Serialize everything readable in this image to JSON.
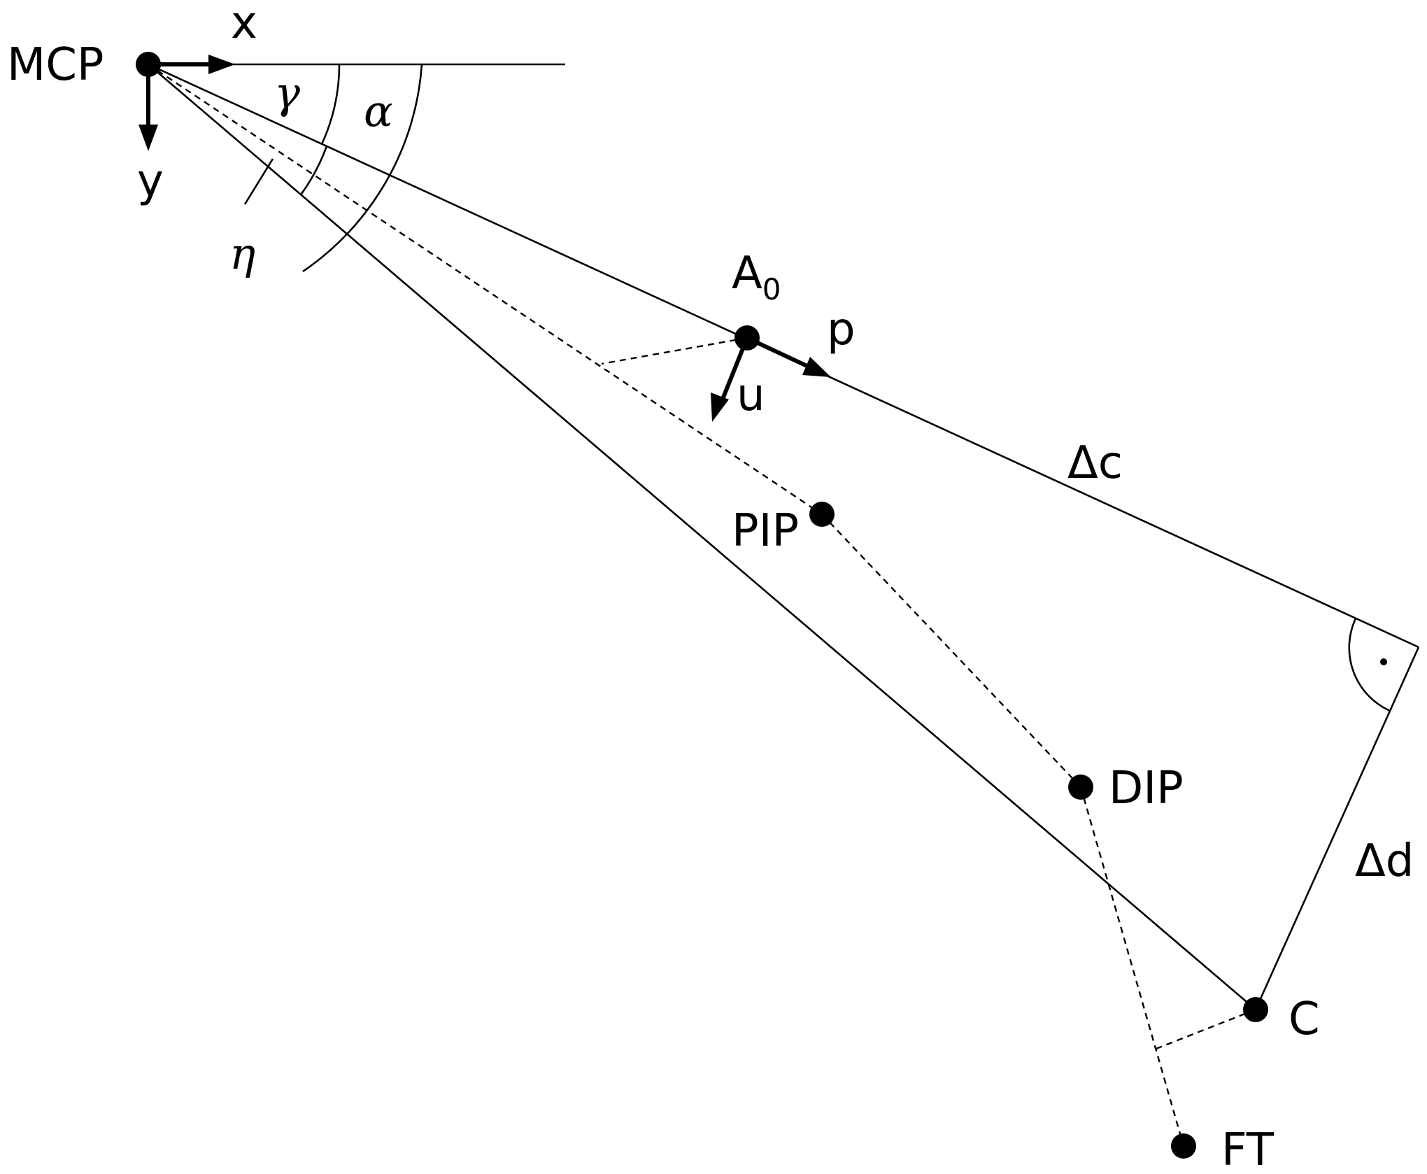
{
  "labels": {
    "mcp": "MCP",
    "x_axis": "x",
    "y_axis": "y",
    "gamma": "γ",
    "alpha": "α",
    "eta": "η",
    "a0_main": "A",
    "a0_sub": "0",
    "p": "p",
    "u": "u",
    "delta_c": "Δc",
    "pip": "PIP",
    "dip": "DIP",
    "delta_d": "Δd",
    "c": "C",
    "ft": "FT"
  },
  "colors": {
    "line": "#000000",
    "background": "#ffffff"
  }
}
